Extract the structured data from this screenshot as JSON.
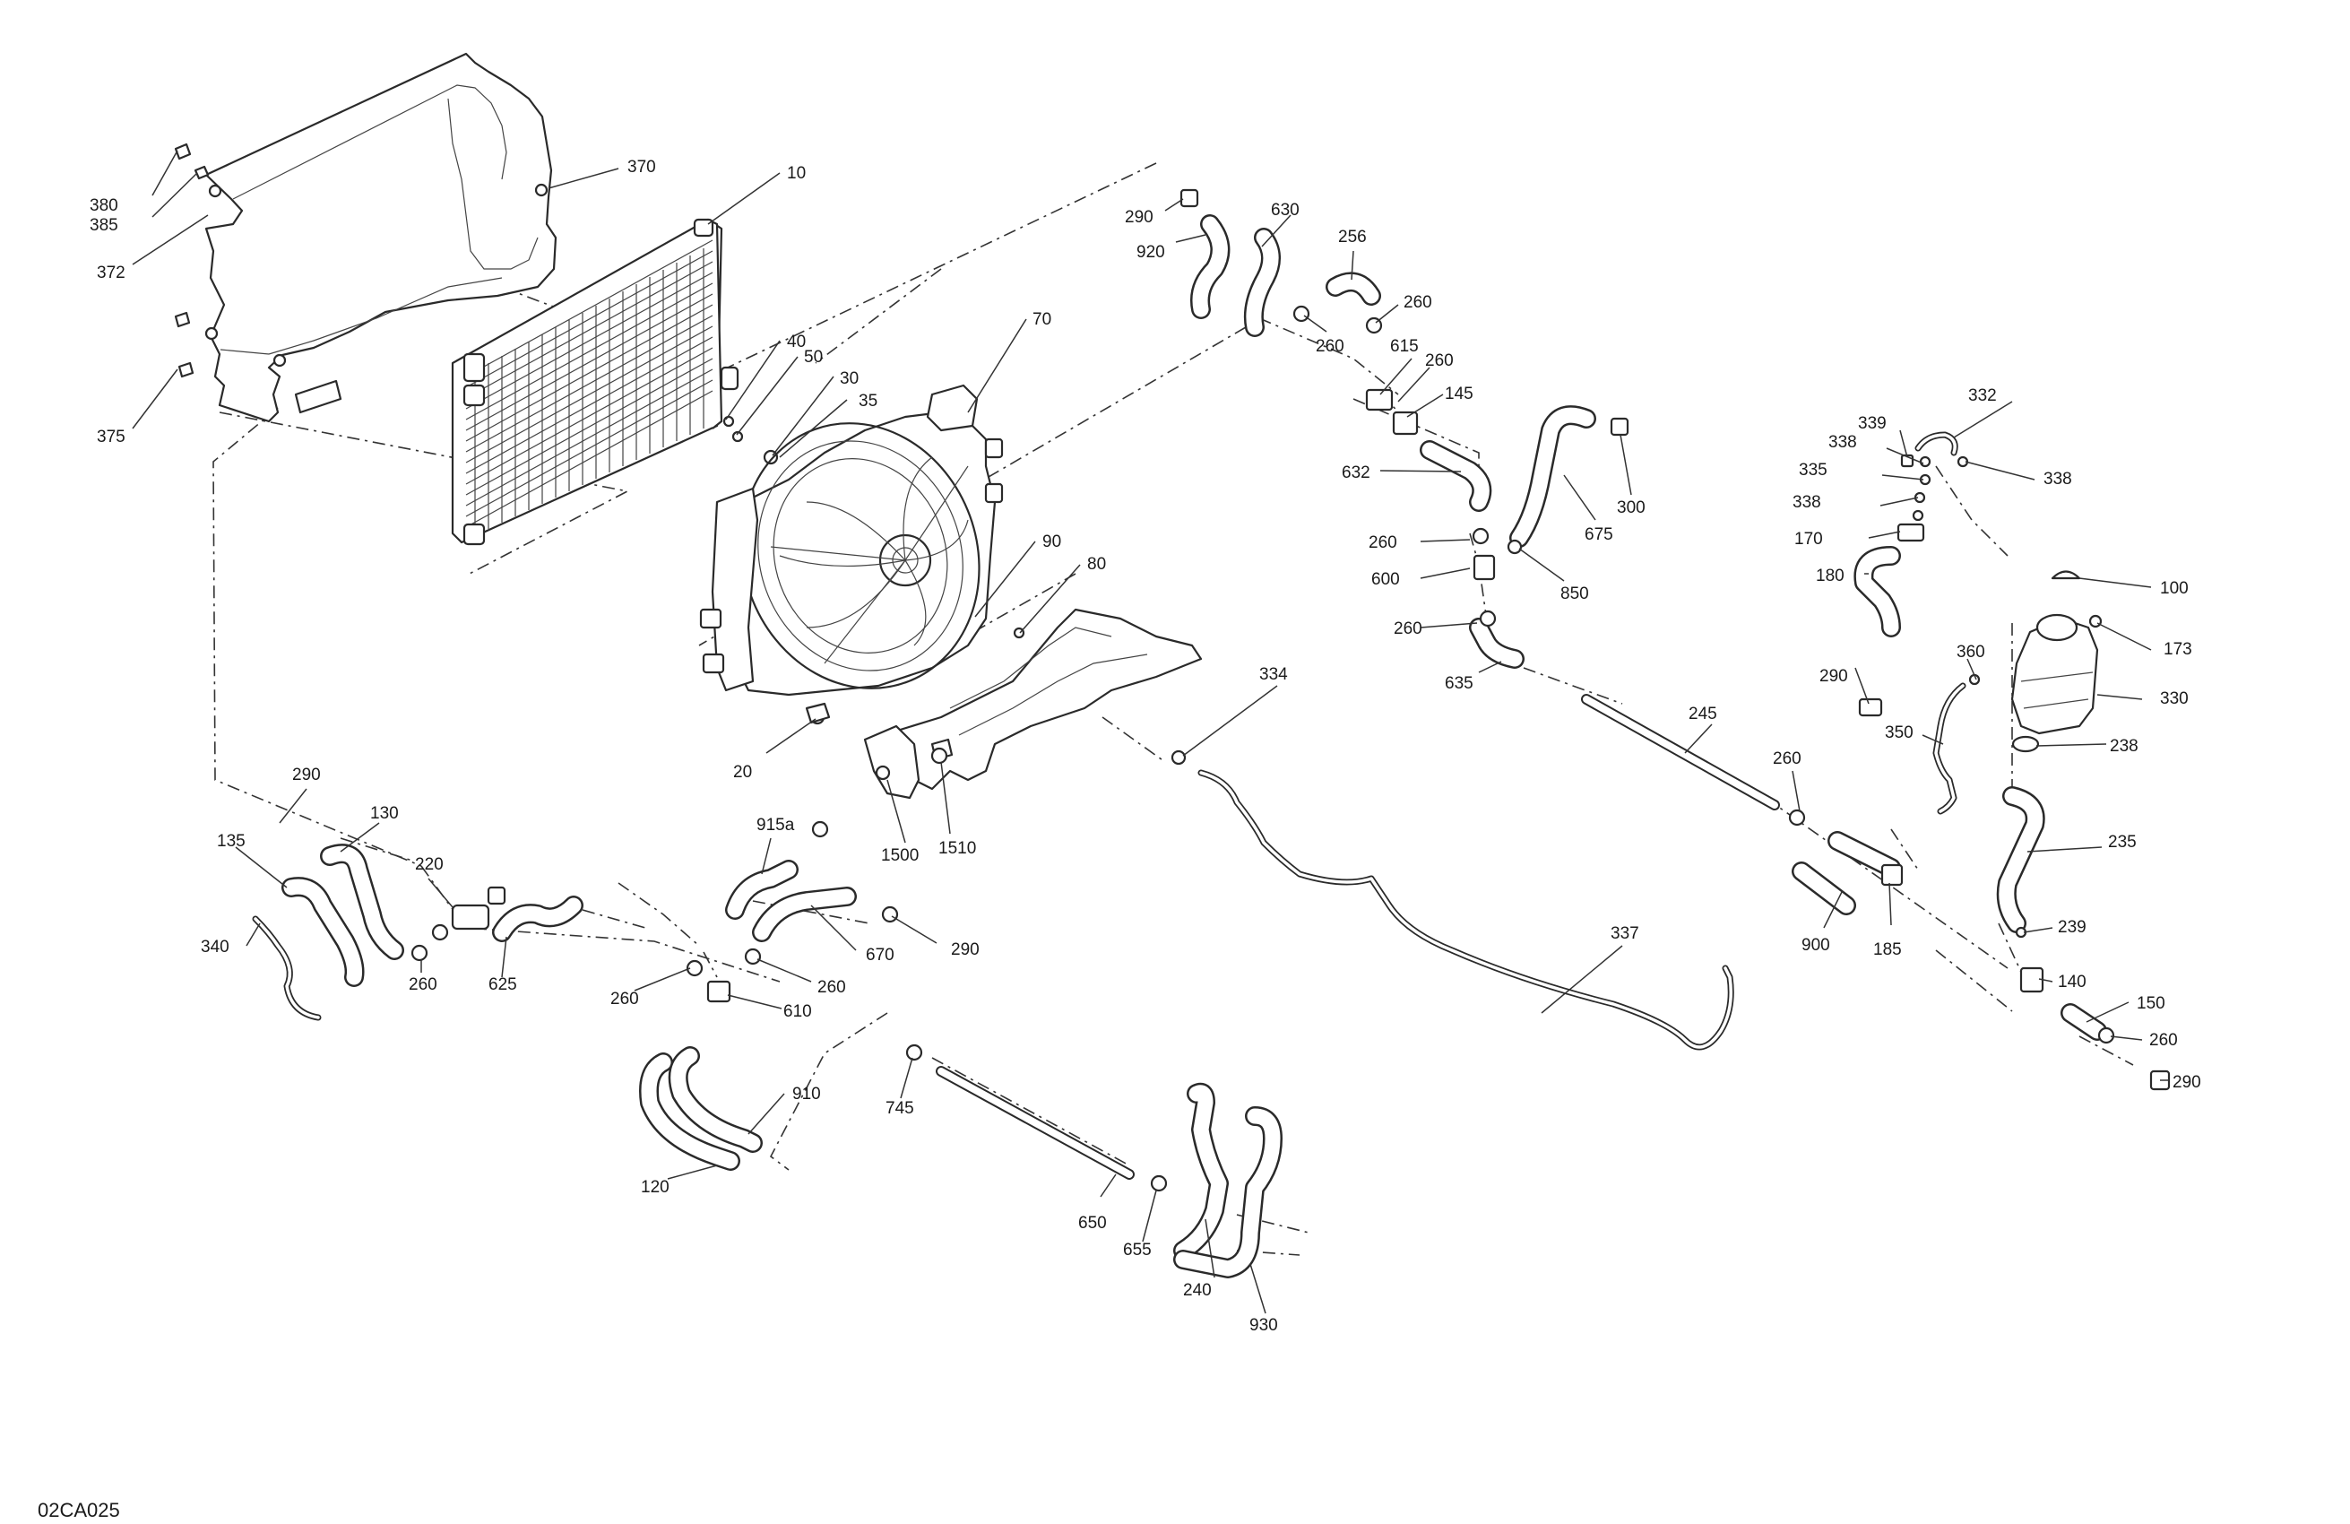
{
  "figure": {
    "reference_code": "02CA025",
    "callouts": [
      {
        "id": "c380",
        "label": "380"
      },
      {
        "id": "c385",
        "label": "385"
      },
      {
        "id": "c372",
        "label": "372"
      },
      {
        "id": "c375",
        "label": "375"
      },
      {
        "id": "c370",
        "label": "370"
      },
      {
        "id": "c10",
        "label": "10"
      },
      {
        "id": "c40",
        "label": "40"
      },
      {
        "id": "c50",
        "label": "50"
      },
      {
        "id": "c30",
        "label": "30"
      },
      {
        "id": "c35",
        "label": "35"
      },
      {
        "id": "c70",
        "label": "70"
      },
      {
        "id": "c90",
        "label": "90"
      },
      {
        "id": "c80",
        "label": "80"
      },
      {
        "id": "c20",
        "label": "20"
      },
      {
        "id": "c290a",
        "label": "290"
      },
      {
        "id": "c920",
        "label": "920"
      },
      {
        "id": "c630",
        "label": "630"
      },
      {
        "id": "c256",
        "label": "256"
      },
      {
        "id": "c260a",
        "label": "260"
      },
      {
        "id": "c260b",
        "label": "260"
      },
      {
        "id": "c615",
        "label": "615"
      },
      {
        "id": "c260c",
        "label": "260"
      },
      {
        "id": "c145",
        "label": "145"
      },
      {
        "id": "c632",
        "label": "632"
      },
      {
        "id": "c300",
        "label": "300"
      },
      {
        "id": "c675",
        "label": "675"
      },
      {
        "id": "c260d",
        "label": "260"
      },
      {
        "id": "c600",
        "label": "600"
      },
      {
        "id": "c850",
        "label": "850"
      },
      {
        "id": "c260e",
        "label": "260"
      },
      {
        "id": "c635",
        "label": "635"
      },
      {
        "id": "c334",
        "label": "334"
      },
      {
        "id": "c245",
        "label": "245"
      },
      {
        "id": "c260f",
        "label": "260"
      },
      {
        "id": "c900",
        "label": "900"
      },
      {
        "id": "c185",
        "label": "185"
      },
      {
        "id": "c337",
        "label": "337"
      },
      {
        "id": "c1500",
        "label": "1500"
      },
      {
        "id": "c1510",
        "label": "1510"
      },
      {
        "id": "c290b",
        "label": "290"
      },
      {
        "id": "c130",
        "label": "130"
      },
      {
        "id": "c135",
        "label": "135"
      },
      {
        "id": "c220",
        "label": "220"
      },
      {
        "id": "c340",
        "label": "340"
      },
      {
        "id": "c260g",
        "label": "260"
      },
      {
        "id": "c625",
        "label": "625"
      },
      {
        "id": "c915a",
        "label": "915a"
      },
      {
        "id": "c670",
        "label": "670"
      },
      {
        "id": "c290c",
        "label": "290"
      },
      {
        "id": "c260h",
        "label": "260"
      },
      {
        "id": "c260i",
        "label": "260"
      },
      {
        "id": "c610",
        "label": "610"
      },
      {
        "id": "c910",
        "label": "910"
      },
      {
        "id": "c120",
        "label": "120"
      },
      {
        "id": "c745",
        "label": "745"
      },
      {
        "id": "c650",
        "label": "650"
      },
      {
        "id": "c655",
        "label": "655"
      },
      {
        "id": "c240",
        "label": "240"
      },
      {
        "id": "c930",
        "label": "930"
      },
      {
        "id": "c332",
        "label": "332"
      },
      {
        "id": "c339",
        "label": "339"
      },
      {
        "id": "c338a",
        "label": "338"
      },
      {
        "id": "c335",
        "label": "335"
      },
      {
        "id": "c338b",
        "label": "338"
      },
      {
        "id": "c338c",
        "label": "338"
      },
      {
        "id": "c170",
        "label": "170"
      },
      {
        "id": "c180",
        "label": "180"
      },
      {
        "id": "c290d",
        "label": "290"
      },
      {
        "id": "c100",
        "label": "100"
      },
      {
        "id": "c173",
        "label": "173"
      },
      {
        "id": "c360",
        "label": "360"
      },
      {
        "id": "c330",
        "label": "330"
      },
      {
        "id": "c350",
        "label": "350"
      },
      {
        "id": "c238",
        "label": "238"
      },
      {
        "id": "c235",
        "label": "235"
      },
      {
        "id": "c239",
        "label": "239"
      },
      {
        "id": "c140",
        "label": "140"
      },
      {
        "id": "c150",
        "label": "150"
      },
      {
        "id": "c260j",
        "label": "260"
      },
      {
        "id": "c290e",
        "label": "290"
      }
    ]
  }
}
